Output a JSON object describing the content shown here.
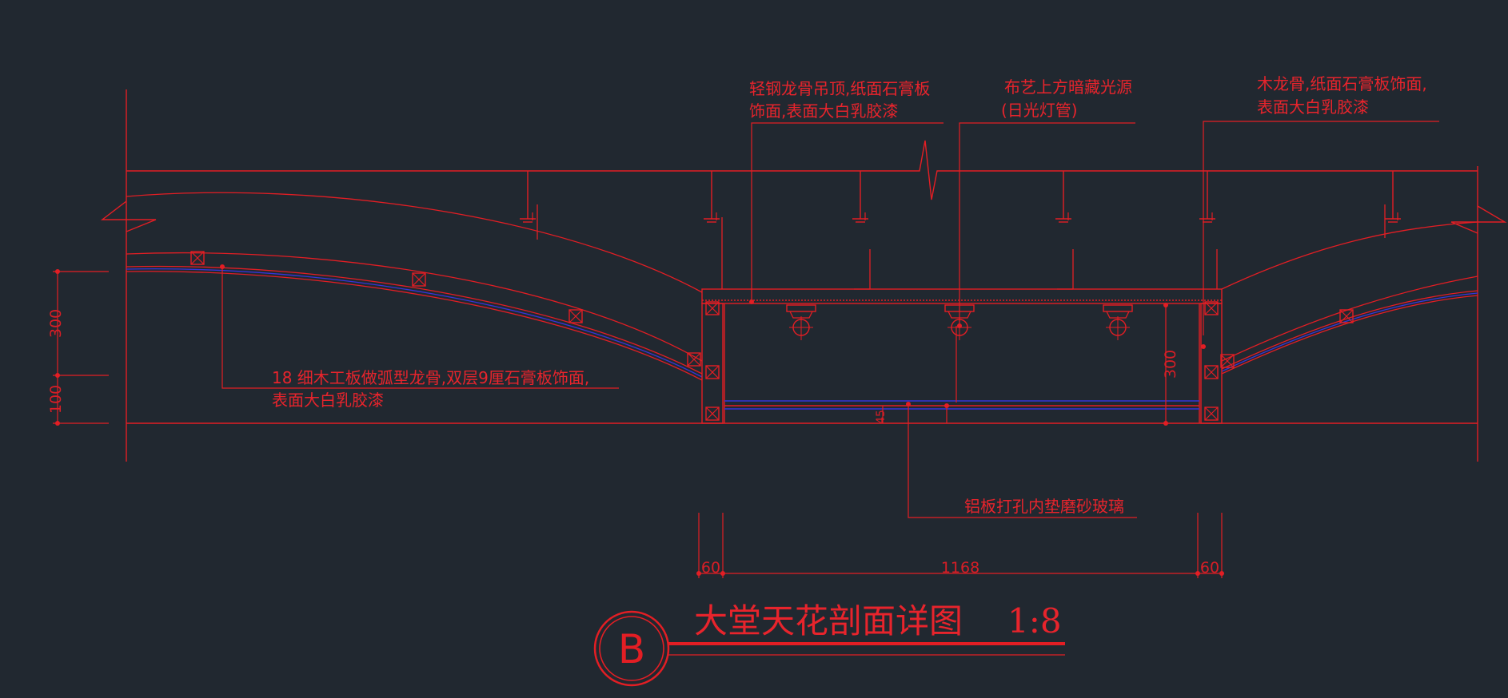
{
  "colors": {
    "background": "#212830",
    "line": "#e31e24",
    "accent_blue": "#3535d8"
  },
  "annotations": {
    "light_steel_1": "轻钢龙骨吊顶,纸面石膏板",
    "light_steel_2": "饰面,表面大白乳胶漆",
    "fabric_light_1": "布艺上方暗藏光源",
    "fabric_light_2": "(日光灯管)",
    "wood_keel_1": "木龙骨,纸面石膏板饰面,",
    "wood_keel_2": "表面大白乳胶漆",
    "arc_keel_1": "18  细木工板做弧型龙骨,双层9厘石膏板饰面,",
    "arc_keel_2": "表面大白乳胶漆",
    "aluminum_panel": "铝板打孔内垫磨砂玻璃"
  },
  "dimensions": {
    "left_upper": "300",
    "left_lower": "100",
    "box_height": "300",
    "small_gap": "45",
    "bottom_left": "60",
    "bottom_middle": "1168",
    "bottom_right": "60"
  },
  "title": {
    "symbol": "B",
    "text": "大堂天花剖面详图",
    "scale": "1:8"
  }
}
